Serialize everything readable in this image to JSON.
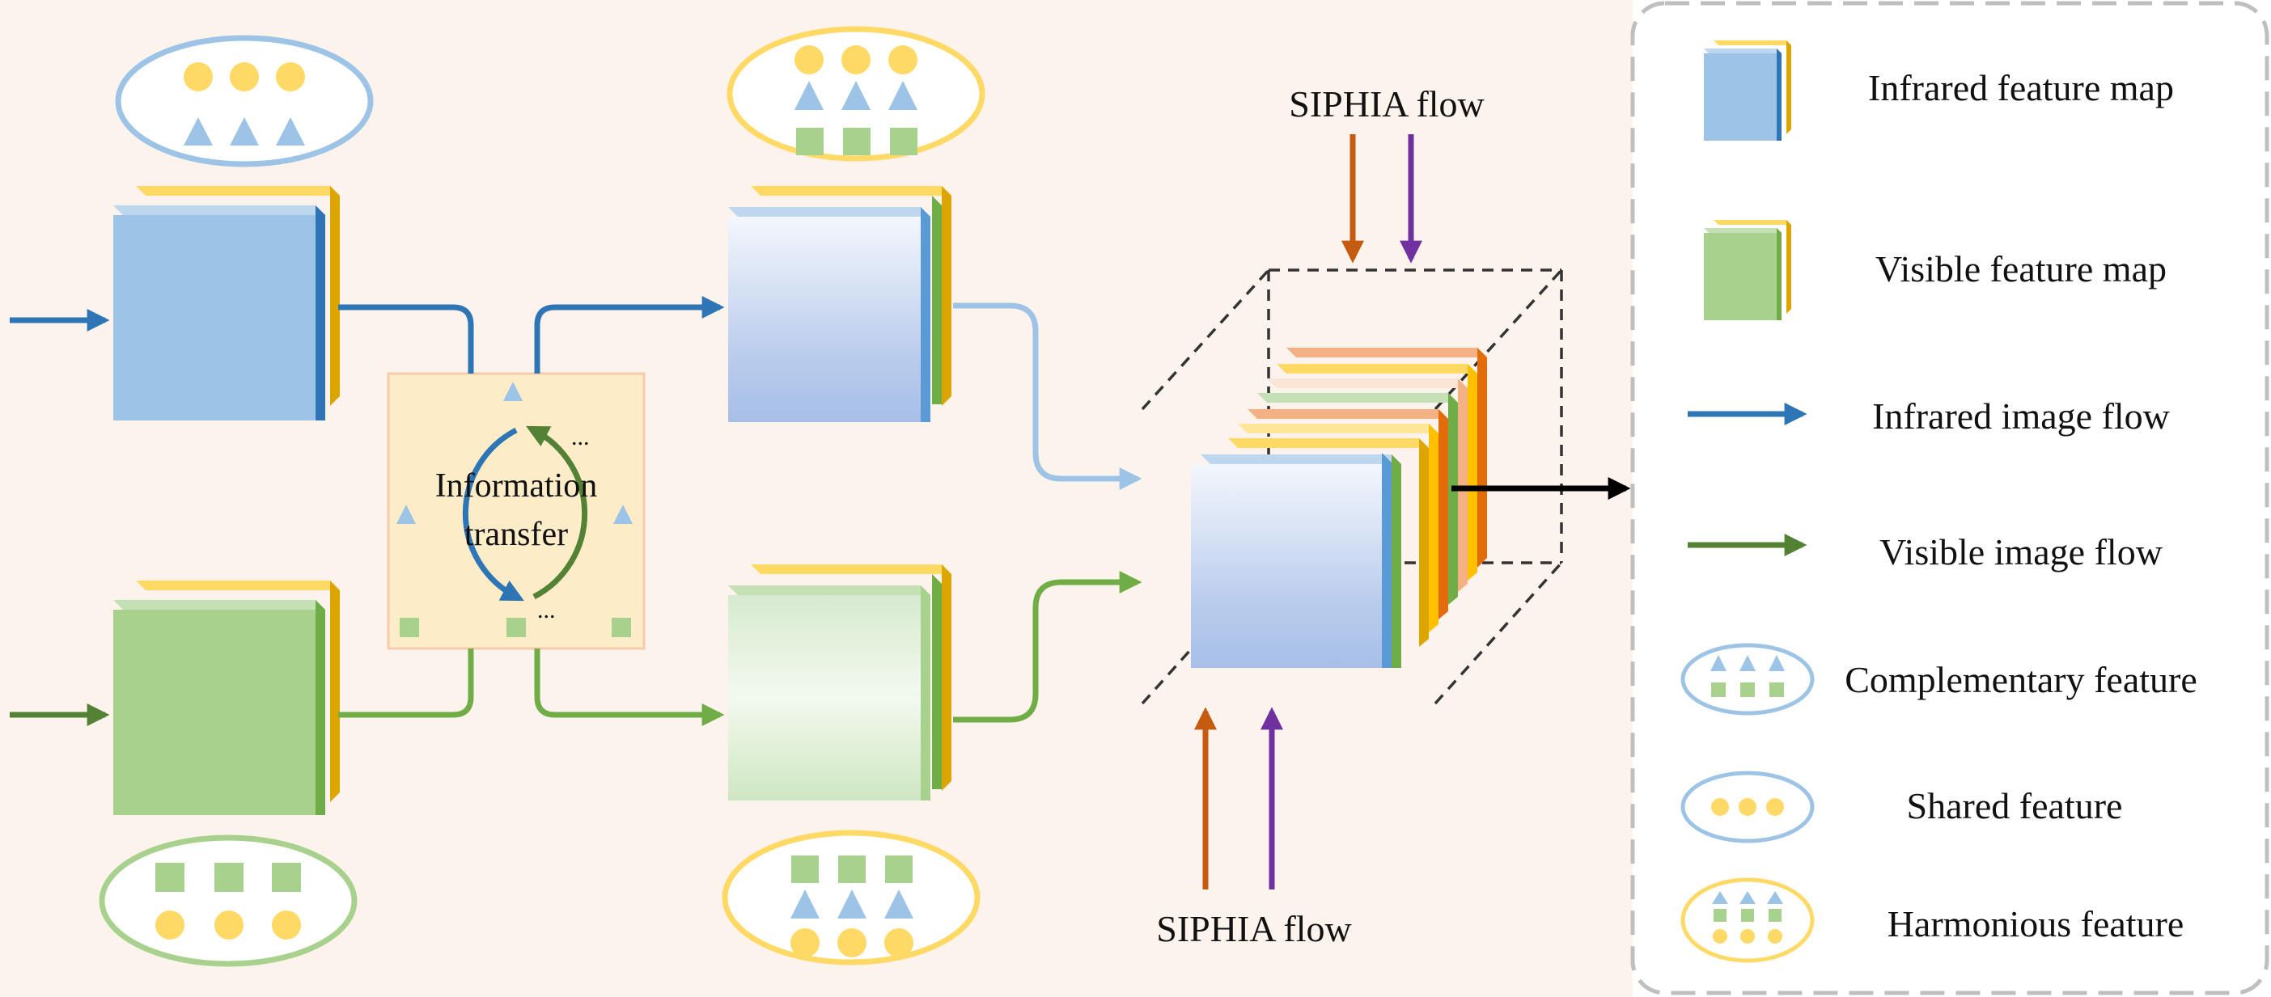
{
  "labels": {
    "info_transfer_line1": "Information",
    "info_transfer_line2": "transfer",
    "ellipsis": "...",
    "siphia_top": "SIPHIA flow",
    "siphia_bottom": "SIPHIA flow"
  },
  "legend": {
    "items": [
      {
        "label": "Infrared feature map",
        "icon": "infrared-feature-map-icon"
      },
      {
        "label": "Visible feature map",
        "icon": "visible-feature-map-icon"
      },
      {
        "label": "Infrared image flow",
        "icon": "infrared-flow-arrow-icon"
      },
      {
        "label": "Visible image flow",
        "icon": "visible-flow-arrow-icon"
      },
      {
        "label": "Complementary feature",
        "icon": "complementary-feature-icon"
      },
      {
        "label": "Shared feature",
        "icon": "shared-feature-icon"
      },
      {
        "label": "Harmonious feature",
        "icon": "harmonious-feature-icon"
      }
    ]
  },
  "colors": {
    "background_panel": "#fdf3ed",
    "infrared_blue": "#9dc3e6",
    "visible_green": "#a9d18e",
    "yellow": "#ffd966",
    "gold": "#dda500",
    "infrared_flow": "#2e75b6",
    "visible_flow": "#548235",
    "siphia_orange": "#c55a11",
    "siphia_purple": "#7030a0",
    "info_box": "#fcecc8",
    "legend_border": "#bfbfbf"
  }
}
